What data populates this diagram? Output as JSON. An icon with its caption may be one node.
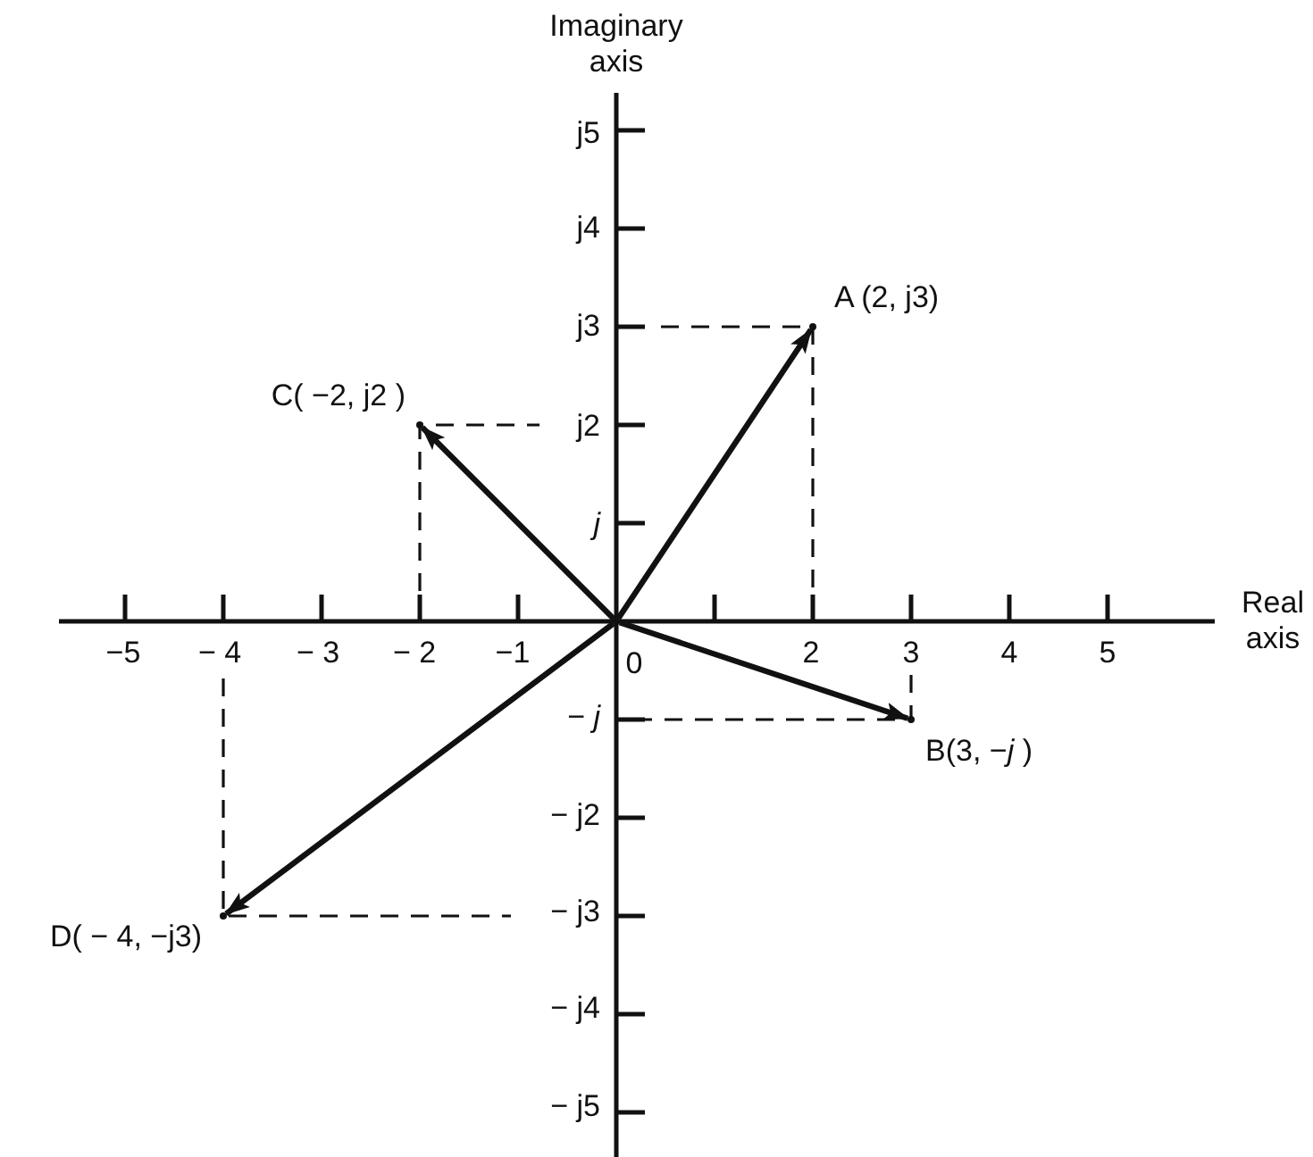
{
  "diagram": {
    "nodes": [
      {
        "text": [],
        "shape": "point"
      },
      {
        "text": [],
        "shape": "point",
        "beside": [
          "A (2, j3)"
        ]
      },
      {
        "text": [],
        "shape": "point",
        "beside": [
          "B(3, −*j* )"
        ]
      },
      {
        "text": [],
        "shape": "point",
        "beside": [
          "C( −2, j2 )"
        ]
      },
      {
        "text": [],
        "shape": "point",
        "beside": [
          "D( − 4, −j3)"
        ]
      }
    ],
    "edges": [
      {
        "from": 0,
        "to": 1,
        "arrow": "to"
      },
      {
        "from": 0,
        "to": 2,
        "arrow": "to"
      },
      {
        "from": 0,
        "to": 3,
        "arrow": "to"
      },
      {
        "from": 0,
        "to": 4,
        "arrow": "to"
      }
    ],
    "labels": [
      "Imaginary axis",
      "j5",
      "j4",
      "j3",
      "j2",
      "*j*",
      "Real axis",
      "−5",
      "− 4",
      "− 3",
      "− 2",
      "−1",
      "0",
      "2",
      "3",
      "4",
      "5",
      "− *j*",
      "− j2",
      "− j3",
      "− j4",
      "− j5"
    ]
  }
}
